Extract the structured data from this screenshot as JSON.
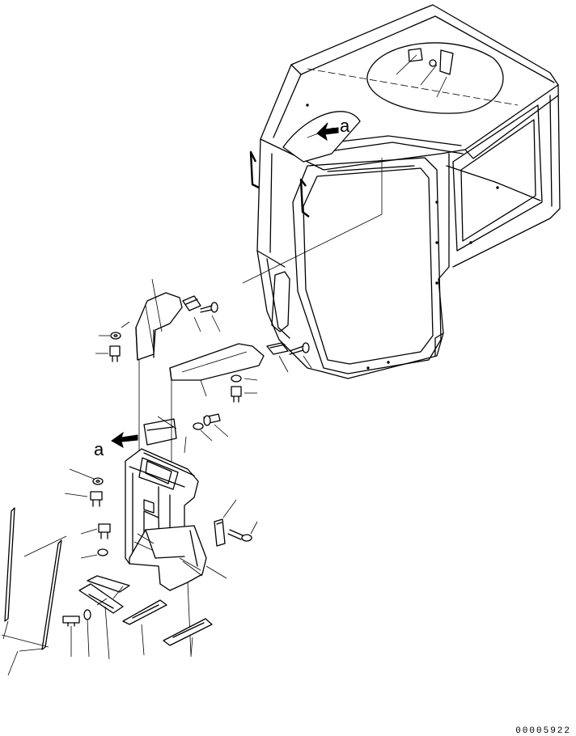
{
  "view_marker": {
    "upper": "a",
    "lower": "a"
  },
  "drawing_number": "00005922",
  "icons": {
    "reference_arrow": "arrow-icon",
    "bolt": "bolt-icon",
    "washer": "washer-icon",
    "clip": "clip-icon"
  }
}
